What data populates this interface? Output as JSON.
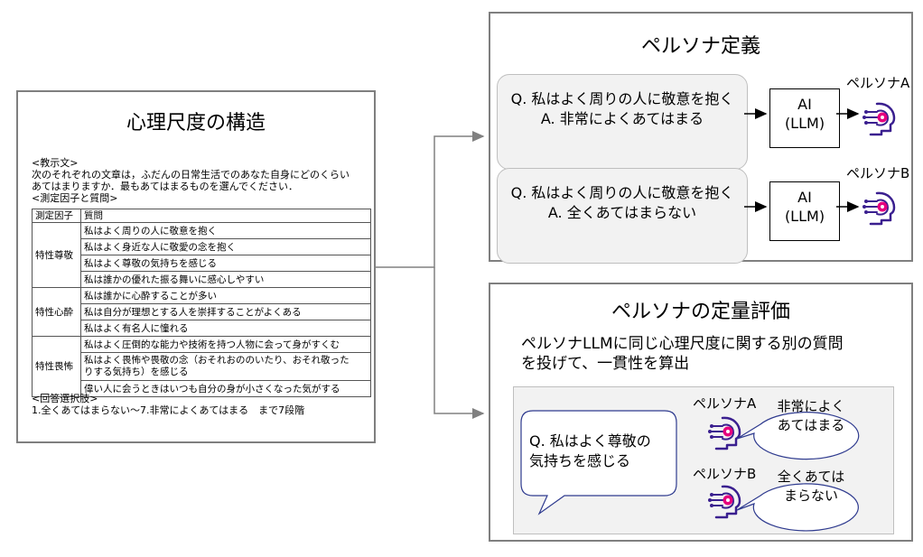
{
  "left": {
    "title": "心理尺度の構造",
    "instruction_header": "<教示文>",
    "instruction_line1": "次のそれぞれの文章は，ふだんの日常生活でのあなた自身にどのくらい",
    "instruction_line2": "あてはまりますか．最もあてはまるものを選んでください．",
    "factors_header": "<測定因子と質問>",
    "table_headers": [
      "測定因子",
      "質問"
    ],
    "factors": [
      {
        "name": "特性尊敬",
        "questions": [
          "私はよく周りの人に敬意を抱く",
          "私はよく身近な人に敬愛の念を抱く",
          "私はよく尊敬の気持ちを感じる",
          "私は誰かの優れた振る舞いに感心しやすい"
        ]
      },
      {
        "name": "特性心酔",
        "questions": [
          "私は誰かに心酔することが多い",
          "私は自分が理想とする人を崇拝することがよくある",
          "私はよく有名人に憧れる"
        ]
      },
      {
        "name": "特性畏怖",
        "questions": [
          "私はよく圧倒的な能力や技術を持つ人物に会って身がすくむ",
          "私はよく畏怖や畏敬の念（おそれおののいたり、おそれ敬ったりする気持ち）を感じる",
          "偉い人に会うときはいつも自分の身が小さくなった気がする"
        ]
      }
    ],
    "q2_line1": "私はよく畏怖や畏敬の念（おそれおののいたり、おそれ敬った",
    "q2_line2": "りする気持ち）を感じる",
    "answer_header": "<回答選択肢>",
    "answer_text": "1.全くあてはまらない～7.非常によくあてはまる　まで7段階"
  },
  "definition": {
    "title": "ペルソナ定義",
    "persona_a": {
      "question": "Q. 私はよく周りの人に敬意を抱く",
      "answer": "A.  非常によくあてはまる",
      "label": "ペルソナA"
    },
    "persona_b": {
      "question": "Q. 私はよく周りの人に敬意を抱く",
      "answer": "A.  全くあてはまらない",
      "label": "ペルソナB"
    },
    "ai_line1": "AI",
    "ai_line2": "(LLM)"
  },
  "evaluation": {
    "title": "ペルソナの定量評価",
    "desc_line1": "ペルソナLLMに同じ心理尺度に関する別の質問",
    "desc_line2": "を投げて、一貫性を算出",
    "question_line1": "Q. 私はよく尊敬の",
    "question_line2": "気持ちを感じる",
    "persona_a_label": "ペルソナA",
    "persona_a_reply_line1": "非常によく",
    "persona_a_reply_line2": "あてはまる",
    "persona_b_label": "ペルソナB",
    "persona_b_reply_line1": "全くあては",
    "persona_b_reply_line2": "まらない"
  },
  "colors": {
    "border": "#7f7f7f",
    "box_fill": "#f2f2f2",
    "box_border": "#bfbfbf",
    "icon": "#3a1f8f",
    "connector": "#808080"
  },
  "icons": [
    "brain-head-icon"
  ]
}
